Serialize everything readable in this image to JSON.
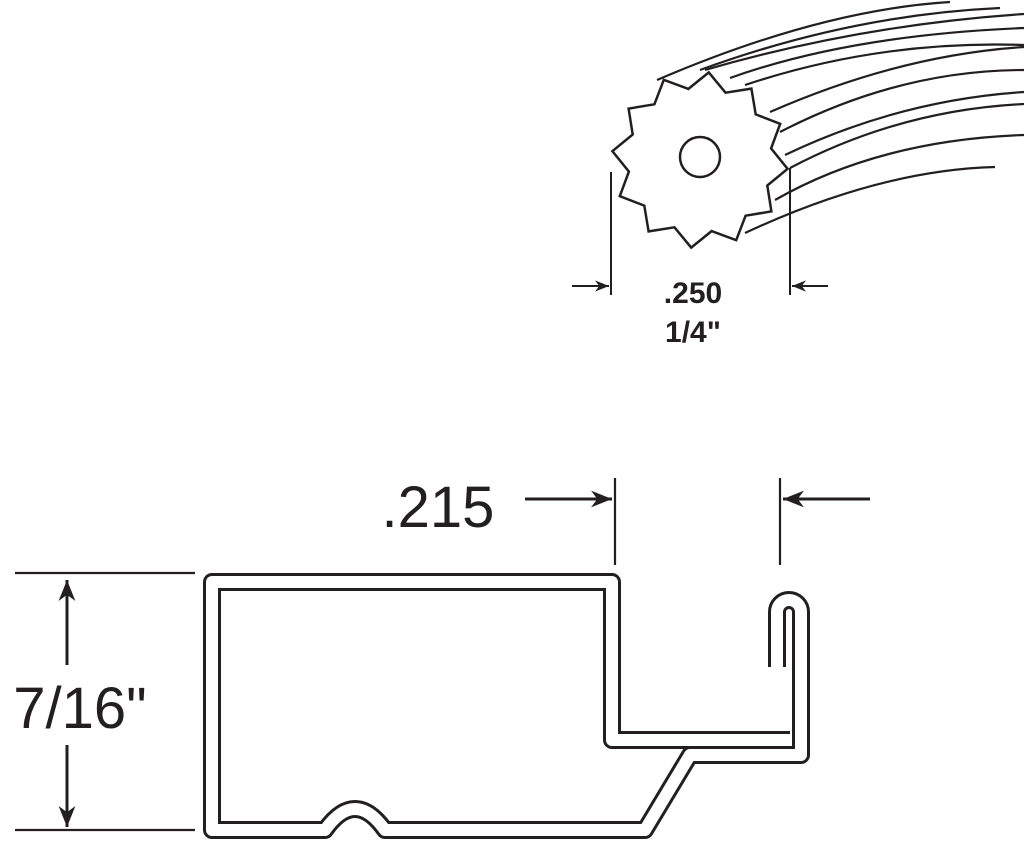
{
  "spline_diagram": {
    "diameter_decimal": ".250",
    "diameter_fraction": "1/4\""
  },
  "channel_diagram": {
    "width_label": ".215",
    "height_label": "7/16\""
  },
  "colors": {
    "line": "#231f20",
    "background": "#ffffff"
  }
}
